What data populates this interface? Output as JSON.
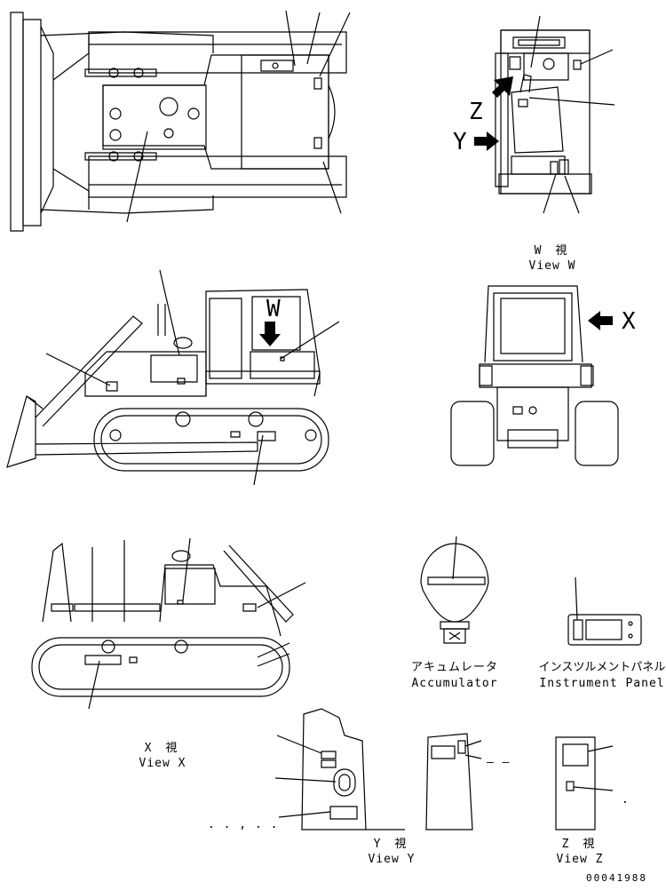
{
  "views": {
    "w": {
      "jp": "W 視",
      "en": "View W",
      "letter": "W"
    },
    "x": {
      "jp": "X 視",
      "en": "View X",
      "letter": "X"
    },
    "y": {
      "jp": "Y 視",
      "en": "View Y",
      "letter": "Y"
    },
    "z": {
      "jp": "Z 視",
      "en": "View Z",
      "letter": "Z"
    }
  },
  "parts": {
    "accumulator": {
      "jp": "アキュムレータ",
      "en": "Accumulator"
    },
    "instrument_panel": {
      "jp": "インスツルメントパネル",
      "en": "Instrument Panel"
    }
  },
  "marks": {
    "comma_marks": ". . , . .",
    "dash_marks": "– –",
    "dot_mark": "."
  },
  "drawing_number": "00041988",
  "colors": {
    "line": "#000000",
    "background": "#ffffff"
  },
  "icons": [
    "arrow-right-icon",
    "arrow-left-icon",
    "arrow-down-icon",
    "arrow-up-icon"
  ]
}
